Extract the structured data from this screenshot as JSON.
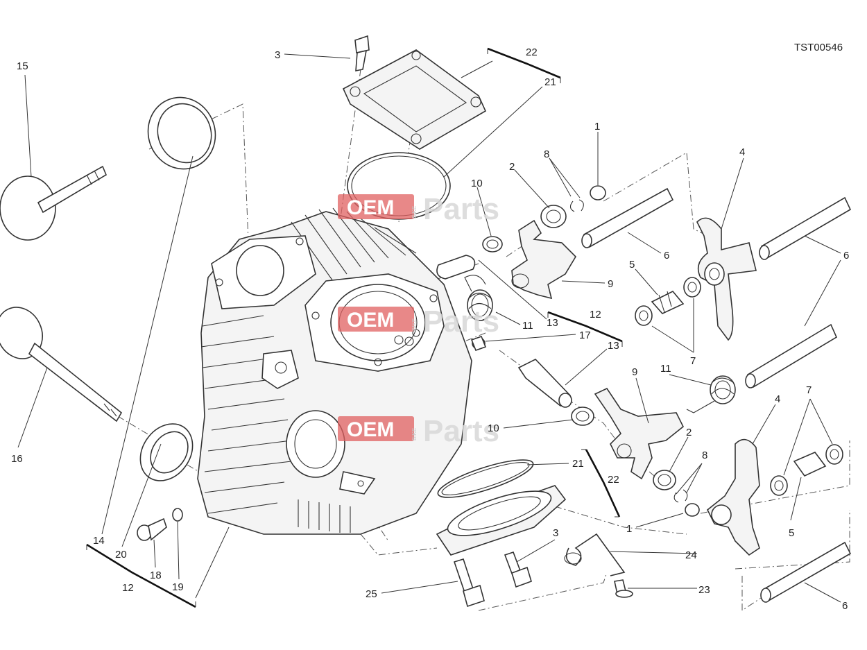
{
  "drawing_code": "TST00546",
  "watermark": {
    "oem": "OEM",
    "bike": "BIKE",
    "parts": "Parts"
  },
  "callouts": {
    "c1a": "1",
    "c1b": "1",
    "c2a": "2",
    "c2b": "2",
    "c3a": "3",
    "c3b": "3",
    "c4a": "4",
    "c4b": "4",
    "c5a": "5",
    "c5b": "5",
    "c6a": "6",
    "c6b": "6",
    "c6c": "6",
    "c7a": "7",
    "c7b": "7",
    "c8a": "8",
    "c8b": "8",
    "c9a": "9",
    "c9b": "9",
    "c10a": "10",
    "c10b": "10",
    "c11a": "11",
    "c11b": "11",
    "c12a": "12",
    "c12b": "12",
    "c13a": "13",
    "c13b": "13",
    "c14": "14",
    "c15": "15",
    "c16": "16",
    "c17": "17",
    "c18": "18",
    "c19": "19",
    "c20": "20",
    "c21a": "21",
    "c21b": "21",
    "c22a": "22",
    "c22b": "22",
    "c23": "23",
    "c24": "24",
    "c25": "25"
  }
}
